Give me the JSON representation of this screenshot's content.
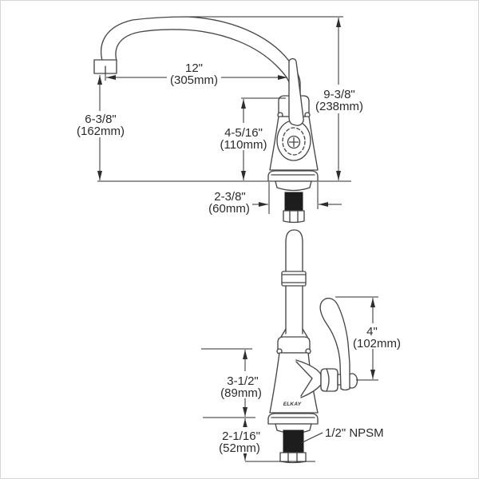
{
  "drawing": {
    "brand": "ELKAY",
    "front_view": {
      "spout_reach": {
        "in": "12\"",
        "mm": "(305mm)"
      },
      "overall_height": {
        "in": "9-3/8\"",
        "mm": "(238mm)"
      },
      "spout_height": {
        "in": "6-3/8\"",
        "mm": "(162mm)"
      },
      "body_height": {
        "in": "4-5/16\"",
        "mm": "(110mm)"
      },
      "base_width": {
        "in": "2-3/8\"",
        "mm": "(60mm)"
      }
    },
    "side_view": {
      "handle_height": {
        "in": "4\"",
        "mm": "(102mm)"
      },
      "body_height": {
        "in": "3-1/2\"",
        "mm": "(89mm)"
      },
      "shank_length": {
        "in": "2-1/16\"",
        "mm": "(52mm)"
      },
      "shank_thread": "1/2\" NPSM"
    }
  }
}
